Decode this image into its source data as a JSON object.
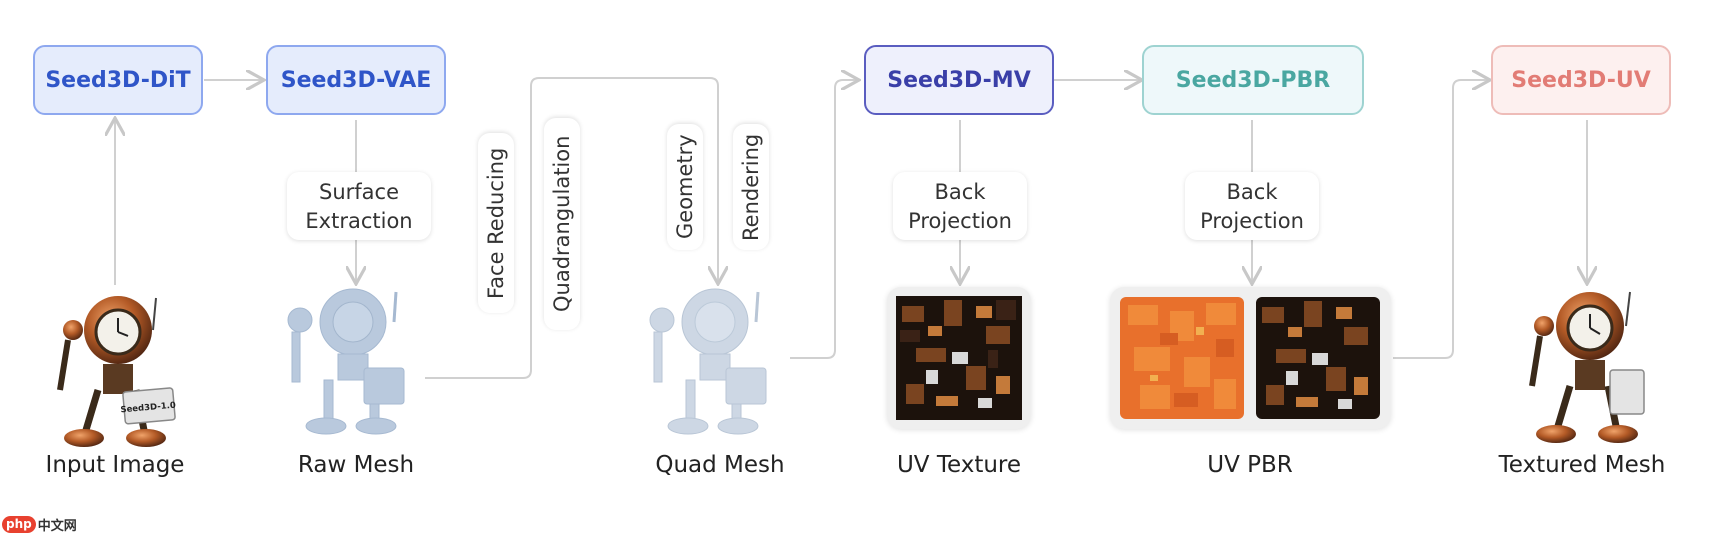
{
  "boxes": {
    "dit": "Seed3D-DiT",
    "vae": "Seed3D-VAE",
    "mv": "Seed3D-MV",
    "pbr": "Seed3D-PBR",
    "uv": "Seed3D-UV"
  },
  "process_labels": {
    "surface_1": "Surface",
    "surface_2": "Extraction",
    "face_reducing": "Face Reducing",
    "quadrangulation": "Quadrangulation",
    "geometry": "Geometry",
    "rendering": "Rendering",
    "back_proj_mv_1": "Back",
    "back_proj_mv_2": "Projection",
    "back_proj_pbr_1": "Back",
    "back_proj_pbr_2": "Projection"
  },
  "captions": {
    "input_image": "Input Image",
    "raw_mesh": "Raw Mesh",
    "quad_mesh": "Quad Mesh",
    "uv_texture": "UV Texture",
    "uv_pbr": "UV PBR",
    "textured_mesh": "Textured Mesh"
  },
  "sign_text": "Seed3D-1.0",
  "watermark": {
    "php": "php",
    "cn": "中文网"
  },
  "colors": {
    "blue_box": "#2f55c8",
    "mv_box": "#3a3fa8",
    "pbr_box": "#4aa7a1",
    "uv_box": "#e27c75",
    "connector": "#d0d0d0"
  }
}
